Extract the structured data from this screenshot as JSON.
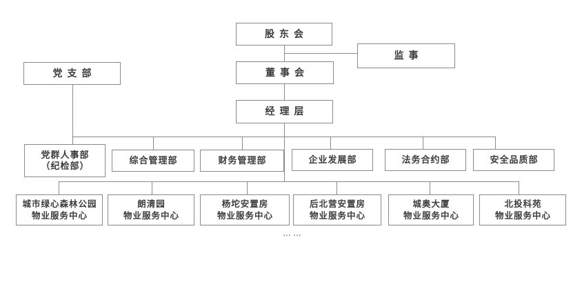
{
  "org": {
    "title": "company-organization-chart",
    "nodes": {
      "shareholders": "股东会",
      "supervisor": "监事",
      "party_branch": "党支部",
      "board": "董事会",
      "management": "经理层"
    },
    "departments": [
      {
        "lines": [
          "党群人事部",
          "（纪检部）"
        ]
      },
      {
        "lines": [
          "综合管理部"
        ]
      },
      {
        "lines": [
          "财务管理部"
        ]
      },
      {
        "lines": [
          "企业发展部"
        ]
      },
      {
        "lines": [
          "法务合约部"
        ]
      },
      {
        "lines": [
          "安全品质部"
        ]
      }
    ],
    "service_centers": [
      {
        "lines": [
          "城市绿心森林公园",
          "物业服务中心"
        ]
      },
      {
        "lines": [
          "朗清园",
          "物业服务中心"
        ]
      },
      {
        "lines": [
          "杨坨安置房",
          "物业服务中心"
        ]
      },
      {
        "lines": [
          "后北营安置房",
          "物业服务中心"
        ]
      },
      {
        "lines": [
          "城奥大厦",
          "物业服务中心"
        ]
      },
      {
        "lines": [
          "北投科苑",
          "物业服务中心"
        ]
      }
    ],
    "ellipsis": "... ...",
    "colors": {
      "line": "#8a8a8a",
      "text": "#3c3c3c",
      "background": "#ffffff"
    }
  }
}
